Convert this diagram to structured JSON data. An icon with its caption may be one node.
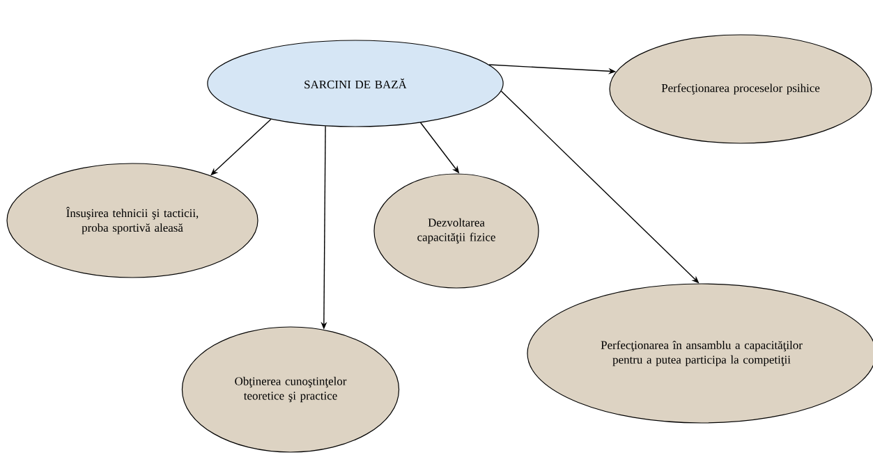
{
  "diagram": {
    "nodes": [
      {
        "text": [
          "SARCINI DE BAZĂ"
        ]
      },
      {
        "text": [
          "Perfecţionarea proceselor psihice"
        ]
      },
      {
        "text": [
          "Însuşirea tehnicii şi tacticii, proba sportivă aleasă"
        ]
      },
      {
        "text": [
          "Dezvoltarea capacităţii fizice"
        ]
      },
      {
        "text": [
          "Obţinerea cunoştinţelor teoretice şi practice"
        ]
      },
      {
        "text": [
          "Perfecţionarea în ansamblu a capacităţilor pentru a putea participa la competiţii"
        ]
      }
    ],
    "edges": [
      {
        "from": 0,
        "to": 1,
        "arrow": "to"
      },
      {
        "from": 0,
        "to": 2,
        "arrow": "to"
      },
      {
        "from": 0,
        "to": 4,
        "arrow": "to"
      },
      {
        "from": 0,
        "to": 3,
        "arrow": "to"
      },
      {
        "from": 0,
        "to": 5,
        "arrow": "to"
      }
    ]
  }
}
